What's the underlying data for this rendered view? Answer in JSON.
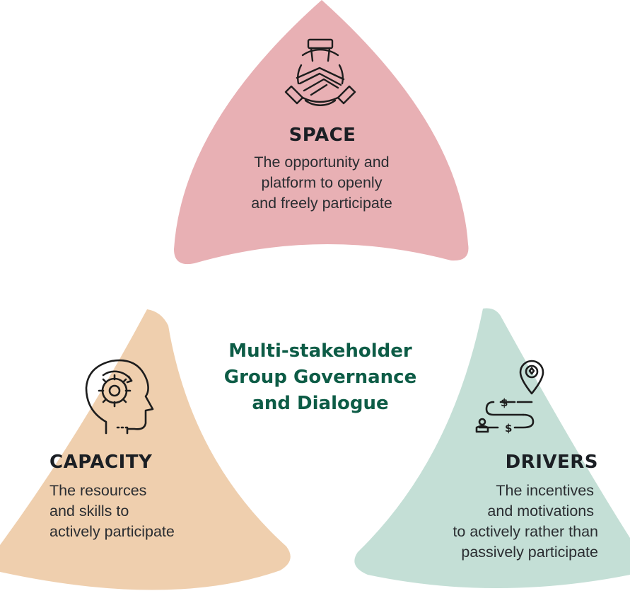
{
  "colors": {
    "space_fill": "#e8b0b4",
    "capacity_fill": "#efcfae",
    "drivers_fill": "#c4dfd6",
    "center_text": "#0d5c46",
    "icon_stroke": "#1d1d1d"
  },
  "center": {
    "lines": [
      "Multi-stakeholder",
      "Group Governance",
      "and Dialogue"
    ]
  },
  "space": {
    "title": "SPACE",
    "icon": "hands-together-icon",
    "lines": [
      "The opportunity and",
      "platform to openly",
      "and freely participate"
    ]
  },
  "capacity": {
    "title": "CAPACITY",
    "icon": "head-gear-icon",
    "lines": [
      "The resources",
      "and skills to",
      "actively participate"
    ]
  },
  "drivers": {
    "title": "DRIVERS",
    "icon": "route-money-icon",
    "lines": [
      "The incentives",
      "and motivations",
      "to actively rather than",
      "passively participate"
    ]
  }
}
